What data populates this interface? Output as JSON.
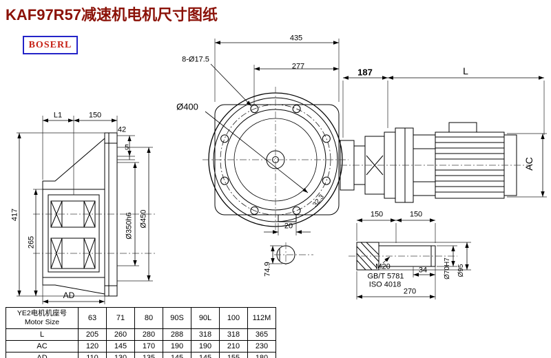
{
  "title": "KAF97R57减速机电机尺寸图纸",
  "logo": {
    "text": "BOSERL"
  },
  "colors": {
    "title_text": "#8b1208",
    "logo_text": "#c62015",
    "logo_border": "#2323c8",
    "line": "#000000"
  },
  "dims": {
    "d435": "435",
    "holes": "8-Ø17.5",
    "d277": "277",
    "d187": "187",
    "L": "L",
    "L1": "L1",
    "d150l": "150",
    "d42": "42",
    "d5": "5",
    "d400": "Ø400",
    "d417": "417",
    "d265": "265",
    "d350": "Ø350h6",
    "d450": "Ø450",
    "d323": "32.3",
    "d20": "20",
    "d749": "74.9",
    "AC": "AC",
    "AD": "AD",
    "d150a": "150",
    "d150b": "150",
    "m20": "M20",
    "gb": "GB/T 5781",
    "iso": "ISO 4018",
    "d34": "34",
    "d270": "270",
    "d70": "Ø70H7",
    "d95": "Ø95"
  },
  "table": {
    "header_line1": "YE2电机机座号",
    "header_line2": "Motor Size",
    "columns": [
      "63",
      "71",
      "80",
      "90S",
      "90L",
      "100",
      "112M"
    ],
    "rows": [
      {
        "label": "L",
        "values": [
          "205",
          "260",
          "280",
          "288",
          "318",
          "318",
          "365"
        ]
      },
      {
        "label": "AC",
        "values": [
          "120",
          "145",
          "170",
          "190",
          "190",
          "210",
          "230"
        ]
      },
      {
        "label": "AD",
        "values": [
          "110",
          "130",
          "135",
          "145",
          "145",
          "155",
          "180"
        ]
      }
    ]
  }
}
